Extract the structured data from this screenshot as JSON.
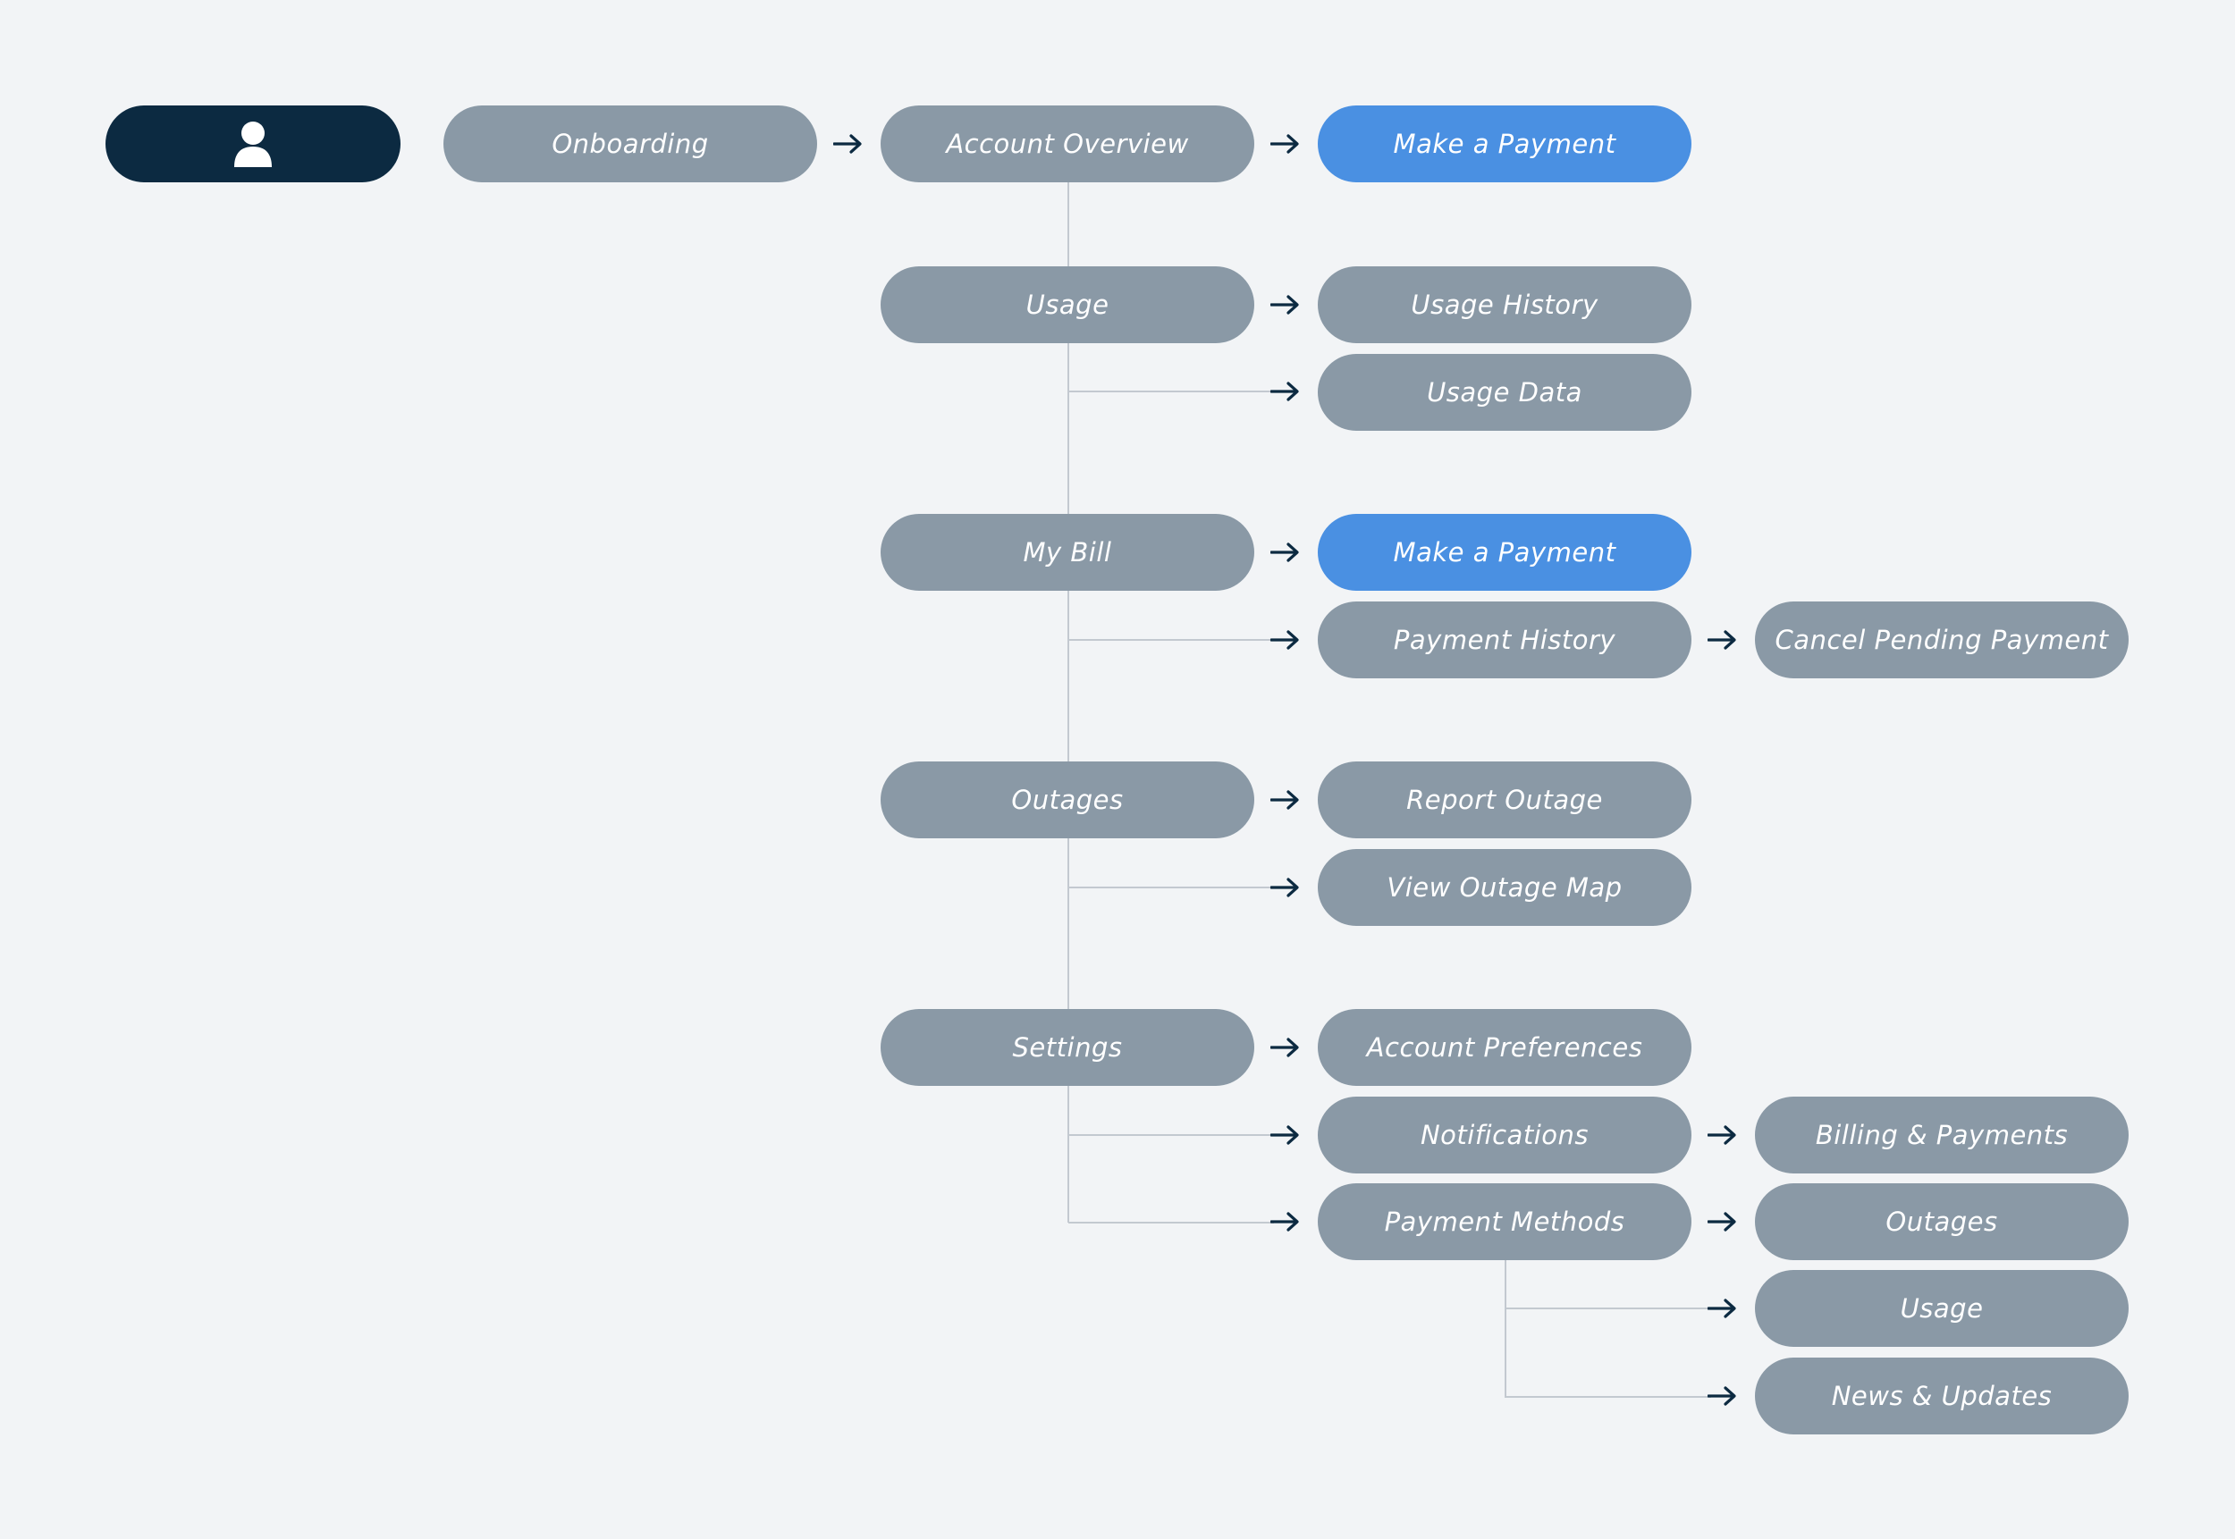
{
  "colors": {
    "background": "#f2f4f6",
    "node_default": "#8a99a6",
    "node_accent": "#4a90e2",
    "node_user": "#0c2a41",
    "connector": "#c3c9d0",
    "arrow": "#0c2a41"
  },
  "user_node": {
    "icon": "user-icon"
  },
  "nodes": {
    "onboarding": "Onboarding",
    "account_overview": "Account Overview",
    "make_payment_top": "Make a Payment",
    "usage": "Usage",
    "usage_history": "Usage History",
    "usage_data": "Usage Data",
    "my_bill": "My Bill",
    "make_payment_bill": "Make a Payment",
    "payment_history": "Payment History",
    "cancel_pending_payment": "Cancel Pending Payment",
    "outages": "Outages",
    "report_outage": "Report Outage",
    "view_outage_map": "View Outage Map",
    "settings": "Settings",
    "account_preferences": "Account Preferences",
    "notifications": "Notifications",
    "billing_payments": "Billing & Payments",
    "payment_methods": "Payment Methods",
    "pm_outages": "Outages",
    "pm_usage": "Usage",
    "pm_news_updates": "News & Updates"
  }
}
